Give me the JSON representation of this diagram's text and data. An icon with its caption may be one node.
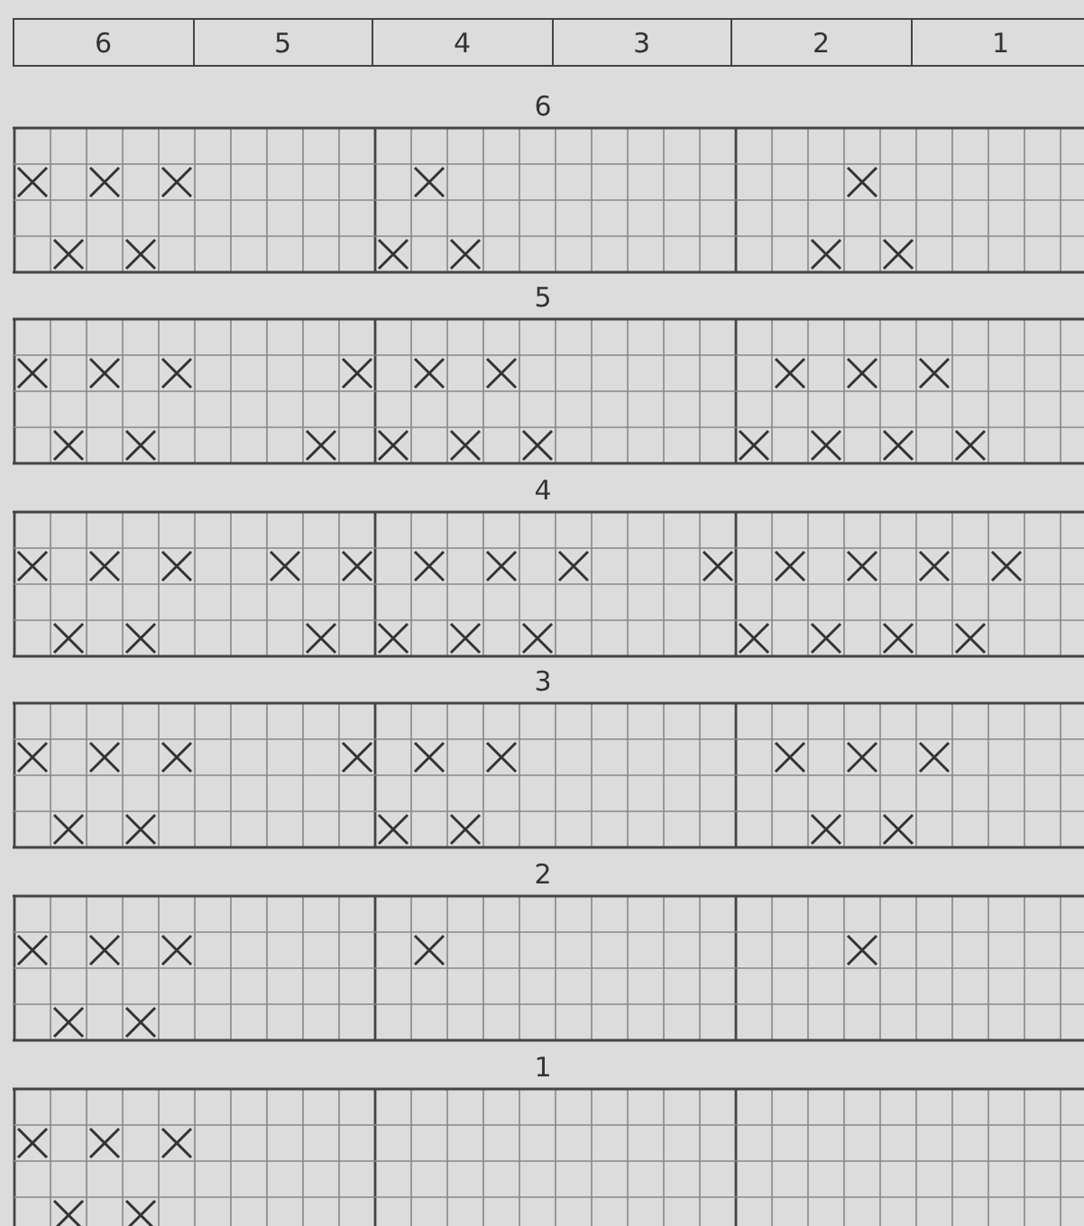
{
  "diagram": {
    "nodes": [
      {
        "text": [
          "6"
        ]
      },
      {
        "text": [
          "5"
        ]
      },
      {
        "text": [
          "4"
        ]
      },
      {
        "text": [
          "3"
        ]
      },
      {
        "text": [
          "2"
        ]
      },
      {
        "text": [
          "1"
        ]
      },
      {
        "text": [
          "6"
        ]
      },
      {
        "text": [
          "5"
        ]
      },
      {
        "text": [
          "4"
        ]
      },
      {
        "text": [
          "3"
        ]
      },
      {
        "text": [
          "2"
        ]
      },
      {
        "text": [
          "1"
        ]
      }
    ]
  }
}
